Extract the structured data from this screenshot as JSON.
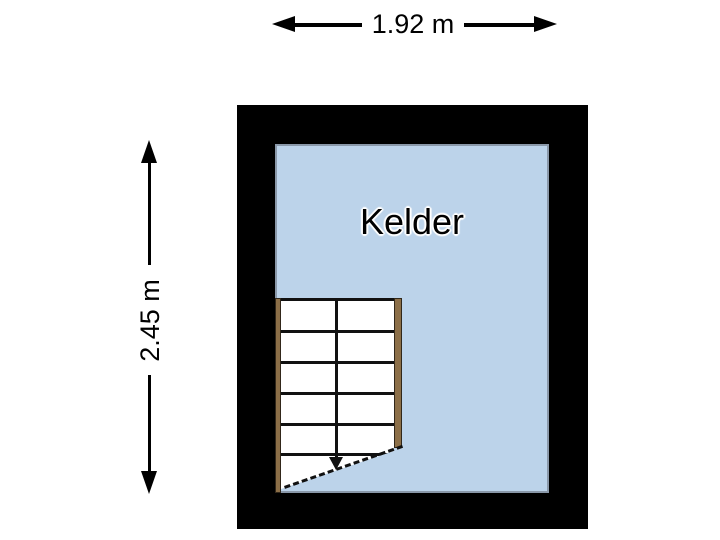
{
  "theme": {
    "bg": "#ffffff",
    "wall": "#000000",
    "floor": "#bcd3ea",
    "floor-border": "#8a98a9",
    "stringer": "#8c6f48",
    "stringer-border": "#31271a",
    "tread": "#ffffff",
    "line": "#111111",
    "label": "#000000",
    "dim-box": "#ffffff"
  },
  "room": {
    "label": "Kelder"
  },
  "dimensions": {
    "width": {
      "label": "1.92 m"
    },
    "height": {
      "label": "2.45 m"
    }
  },
  "stairs": {
    "direction": "down"
  },
  "icons": {
    "dim-arrow-left": "◄",
    "dim-arrow-right": "►",
    "dim-arrow-up": "▲",
    "dim-arrow-down": "▼",
    "stair-direction-arrow": "▼"
  }
}
